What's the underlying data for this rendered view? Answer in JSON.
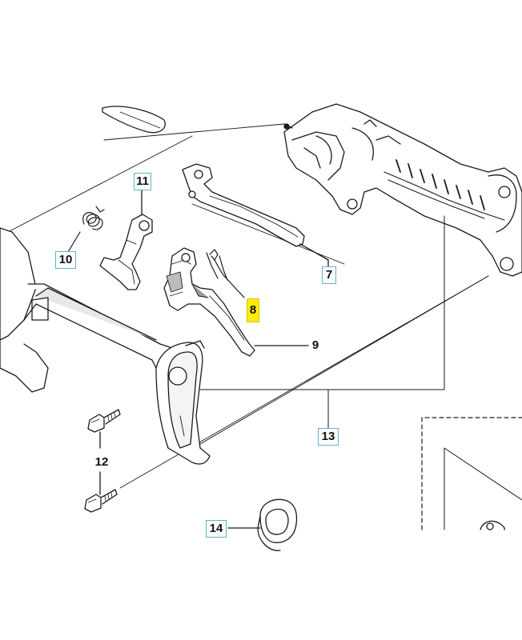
{
  "callouts": [
    {
      "id": "7",
      "label": "7",
      "style": "boxed"
    },
    {
      "id": "8",
      "label": "8",
      "style": "highlight"
    },
    {
      "id": "9",
      "label": "9",
      "style": "boxed"
    },
    {
      "id": "10",
      "label": "10",
      "style": "boxed"
    },
    {
      "id": "11",
      "label": "11",
      "style": "boxed"
    },
    {
      "id": "12",
      "label": "12",
      "style": "plain"
    },
    {
      "id": "13",
      "label": "13",
      "style": "boxed"
    },
    {
      "id": "14",
      "label": "14",
      "style": "boxed"
    }
  ],
  "colors": {
    "line": "#1a1a1a",
    "callout_border": "#5fb3c9",
    "highlight": "#ffec00",
    "shade": "#9a9a9a",
    "light_shade": "#d0d0d0"
  }
}
